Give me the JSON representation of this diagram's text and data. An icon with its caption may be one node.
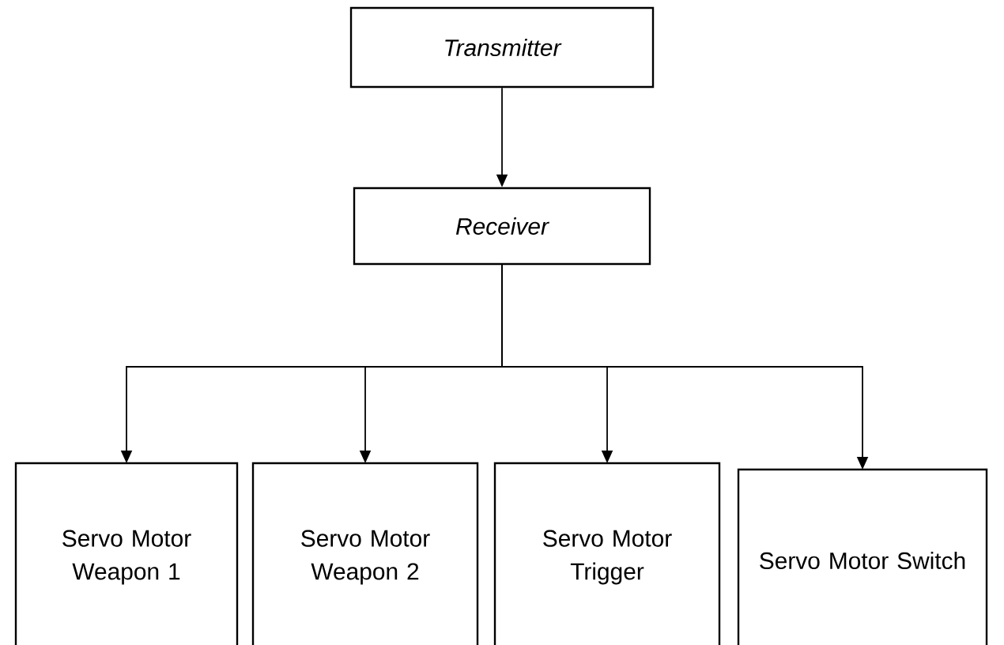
{
  "diagram": {
    "nodes": [
      {
        "text": [
          "Transmitter"
        ]
      },
      {
        "text": [
          "Receiver"
        ]
      },
      {
        "text": [
          "Servo Motor Weapon 1"
        ]
      },
      {
        "text": [
          "Servo Motor Weapon 2"
        ]
      },
      {
        "text": [
          "Servo Motor Trigger"
        ]
      },
      {
        "text": [
          "Servo Motor Switch"
        ]
      }
    ],
    "edges": [
      {
        "from": 0,
        "to": 1,
        "arrow": "to"
      },
      {
        "from": 1,
        "to": 2,
        "arrow": "to"
      },
      {
        "from": 1,
        "to": 3,
        "arrow": "to"
      },
      {
        "from": 1,
        "to": 4,
        "arrow": "to"
      },
      {
        "from": 1,
        "to": 5,
        "arrow": "to"
      }
    ]
  }
}
